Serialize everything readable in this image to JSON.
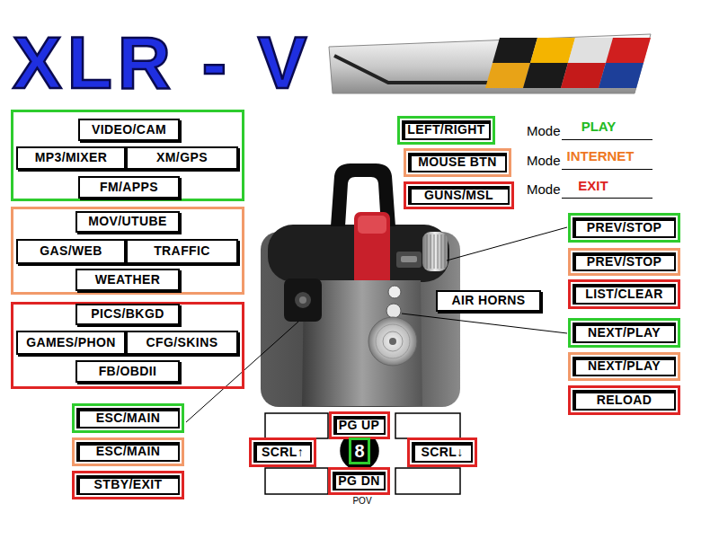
{
  "diagram": {
    "title": "XLR - V",
    "nodes": [
      {
        "text": []
      },
      {
        "text": [
          "VIDEO/CAM"
        ],
        "in": 0
      },
      {
        "text": [
          "MP3/MIXER"
        ],
        "in": 0
      },
      {
        "text": [
          "XM/GPS"
        ],
        "in": 0
      },
      {
        "text": [
          "FM/APPS"
        ],
        "in": 0
      },
      {
        "text": [
          "LEFT/RIGHT"
        ]
      },
      {
        "text": [
          "MOUSE BTN"
        ]
      },
      {
        "text": [
          "GUNS/MSL"
        ]
      },
      {
        "text": []
      },
      {
        "text": [
          "MOV/UTUBE"
        ],
        "in": 8
      },
      {
        "text": [
          "GAS/WEB"
        ],
        "in": 8
      },
      {
        "text": [
          "TRAFFIC"
        ],
        "in": 8
      },
      {
        "text": [
          "WEATHER"
        ],
        "in": 8
      },
      {
        "text": [
          "PREV/STOP"
        ]
      },
      {
        "text": [
          "PREV/STOP"
        ]
      },
      {
        "text": [
          "LIST/CLEAR"
        ]
      },
      {
        "text": [
          "AIR HORNS"
        ]
      },
      {
        "text": []
      },
      {
        "text": [
          "PICS/BKGD"
        ],
        "in": 17
      },
      {
        "text": [
          "GAMES/PHON"
        ],
        "in": 17
      },
      {
        "text": [
          "CFG/SKINS"
        ],
        "in": 17
      },
      {
        "text": [
          "FB/OBDII"
        ],
        "in": 17
      },
      {
        "text": [
          "NEXT/PLAY"
        ]
      },
      {
        "text": [
          "NEXT/PLAY"
        ]
      },
      {
        "text": [
          "RELOAD"
        ]
      },
      {
        "text": [
          "ESC/MAIN"
        ]
      },
      {
        "text": [
          "ESC/MAIN"
        ]
      },
      {
        "text": [
          "STBY/EXIT"
        ]
      },
      {
        "text": [
          "PG UP"
        ]
      },
      {
        "text": [
          "SCRL↑"
        ]
      },
      {
        "text": [
          "8"
        ]
      },
      {
        "text": [
          "SCRL↓"
        ]
      },
      {
        "text": [
          "PG DN"
        ]
      }
    ],
    "labels": [
      "Mode",
      "PLAY",
      "Mode",
      "INTERNET",
      "Mode",
      "EXIT",
      "POV"
    ]
  }
}
